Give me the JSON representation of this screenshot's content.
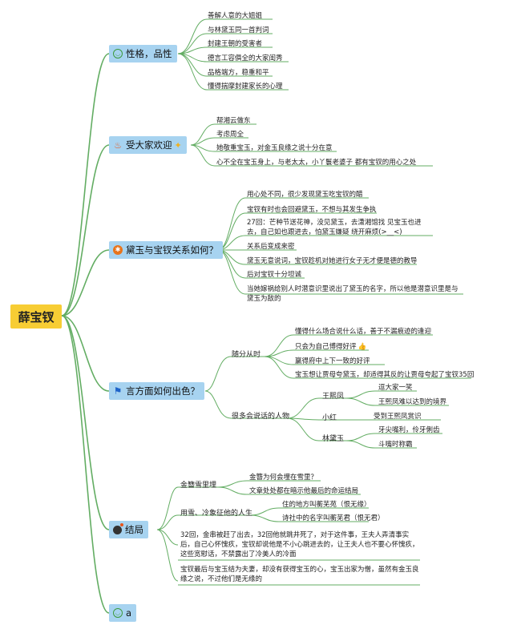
{
  "root": {
    "label": "薛宝钗"
  },
  "branches": {
    "b1": {
      "label": "性格，品性",
      "icon": "smile-icon",
      "leaves": [
        "善解人意的大姐姐",
        "与林黛玉同一首判词",
        "封建王朝的受害者",
        "德言工容俱全的大家闺秀",
        "品格端方，稳重和平",
        "懂得揣摩封建家长的心理"
      ]
    },
    "b2": {
      "label": "受大家欢迎",
      "icon": "fire-icon",
      "deco": "party-icon",
      "leaves": [
        "帮湘云做东",
        "考虑周全",
        "她敬重宝玉，对金玉良缘之说十分在意",
        "心不全在宝玉身上，与老太太，小丫鬟老婆子 都有宝钗的用心之处"
      ]
    },
    "b3": {
      "label": "黛玉与宝钗关系如何？",
      "icon": "star-icon",
      "leaves": [
        "用心处不同，很少发现黛玉吃宝钗的醋",
        "宝钗有时也会回避黛玉，不想与其发生争执",
        "27回：芒种节送花神，没见黛玉，去潇湘馆找 见宝玉也进去，自己如也跟进去，怕黛玉嫌疑 绕开麻烦(>__<)",
        "关系后变成来密",
        "黛玉无意说词，宝钗趁机对她进行女子无才便是德的教导",
        "后对宝钗十分坦诚",
        "当她嫁祸给别人时潜意识里说出了黛玉的名字，所以他是潜意识里是与黛玉为敌的"
      ]
    },
    "b4": {
      "label": "言方面如何出色？",
      "icon": "flag-icon",
      "g1": {
        "label": "随分从时",
        "leaves": [
          "懂得什么场合说什么话，善于不漏痕迹的逢迎",
          "只会为自己博得好评",
          "赢得府中上下一致的好评",
          "宝玉想让贾母夸黛玉，却适得其反的让贾母夸起了宝钗35回"
        ]
      },
      "g2": {
        "label": "很多会说话的人物",
        "p1": {
          "label": "王熙凤",
          "leaves": [
            "逗大家一笑",
            "王熙凤难以达到的境界"
          ]
        },
        "p2": {
          "label": "小红",
          "leaves": [
            "受到王熙凤赏识"
          ]
        },
        "p3": {
          "label": "林黛玉",
          "leaves": [
            "牙尖嘴利，伶牙俐齿",
            "斗嘴时称霸"
          ]
        }
      }
    },
    "b5": {
      "label": "结局",
      "icon": "bomb-icon",
      "g1": {
        "label": "金簪雪里埋",
        "leaves": [
          "金簪为何会埋在雪里？",
          "文章处处都在暗示他最后的命运结局"
        ]
      },
      "g2": {
        "label": "用雪、冷象征他的人生",
        "leaves": [
          "住的地方叫蘅芜苑（恨无缘）",
          "诗社中的名字叫蘅芜君（恨无君）"
        ]
      },
      "leaves": [
        "32回，金串被赶了出去，32回他就跳井死了，对于这件事，王夫人弄清事实后，自己心怀愧疚，宝钗却说他是不小心跳进去的，让王夫人也不要心怀愧疚，这些宽慰话，不禁露出了冷美人的冷面",
        "宝钗最后与宝玉结为夫妻，却没有获得宝玉的心，宝玉出家为僧，虽然有金玉良缘之说，不过他们是无缘的"
      ]
    },
    "b6": {
      "label": "a",
      "icon": "smile-icon"
    }
  },
  "colors": {
    "line": "#63ad63",
    "branch": "#a7d3f0",
    "root": "#f7cd34"
  }
}
